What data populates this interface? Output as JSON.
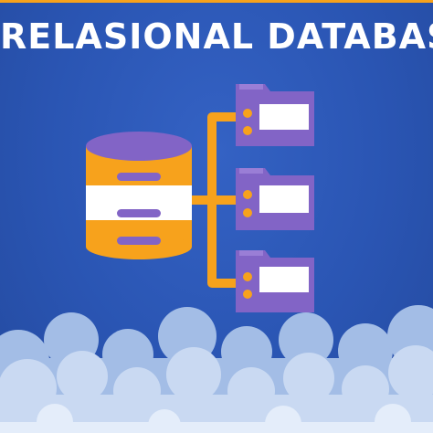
{
  "header": {
    "title": "RELASIONAL DATABASE"
  },
  "colors": {
    "background": "#2d57b5",
    "accent_orange": "#f7a21c",
    "folder_purple": "#8264c6",
    "folder_tab": "#9a7ed6",
    "paper_white": "#ffffff",
    "cloud_light": "#c9d9f2",
    "cloud_mid": "#a3bde6"
  },
  "icons": {
    "database": "database-icon",
    "tables": [
      "table-folder-icon",
      "table-folder-icon",
      "table-folder-icon"
    ],
    "connector": "connector-lines",
    "clouds": "cloud-shapes"
  }
}
